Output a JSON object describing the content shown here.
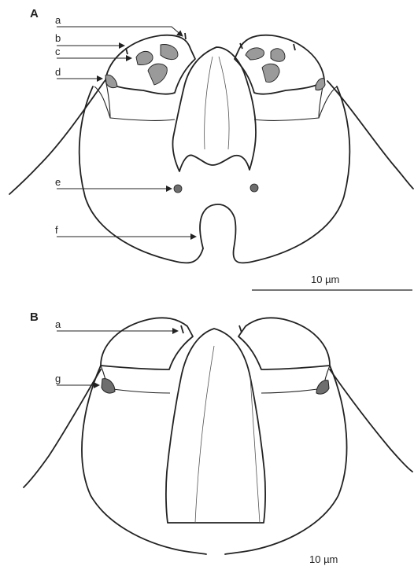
{
  "panels": {
    "a": {
      "label": "A",
      "callouts": [
        "a",
        "b",
        "c",
        "d",
        "e",
        "f"
      ],
      "scale_bar": "10 µm"
    },
    "b": {
      "label": "B",
      "callouts": [
        "a",
        "g"
      ],
      "scale_bar": "10 µm"
    }
  },
  "colors": {
    "line": "#222222",
    "fill_gray": "#9a9a9a",
    "fill_dark": "#6e6e6e",
    "background": "#ffffff"
  }
}
